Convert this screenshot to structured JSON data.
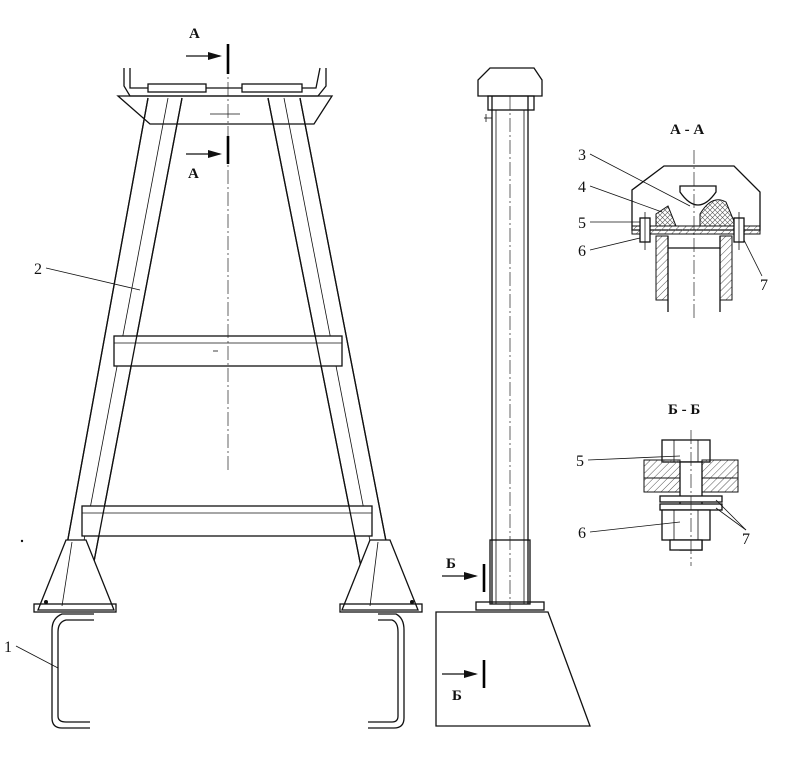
{
  "callouts": {
    "c1": "1",
    "c2": "2",
    "c3": "3",
    "c4": "4",
    "c5a": "5",
    "c6a": "6",
    "c7a": "7",
    "c5b": "5",
    "c6b": "6",
    "c7b": "7"
  },
  "section_marks": {
    "a_top": "А",
    "a_bottom": "А",
    "b_top": "Б",
    "b_bottom": "Б"
  },
  "section_titles": {
    "aa": "А - А",
    "bb": "Б - Б"
  },
  "colors": {
    "ink": "#111111",
    "hatch": "#555555",
    "paper": "#ffffff"
  }
}
